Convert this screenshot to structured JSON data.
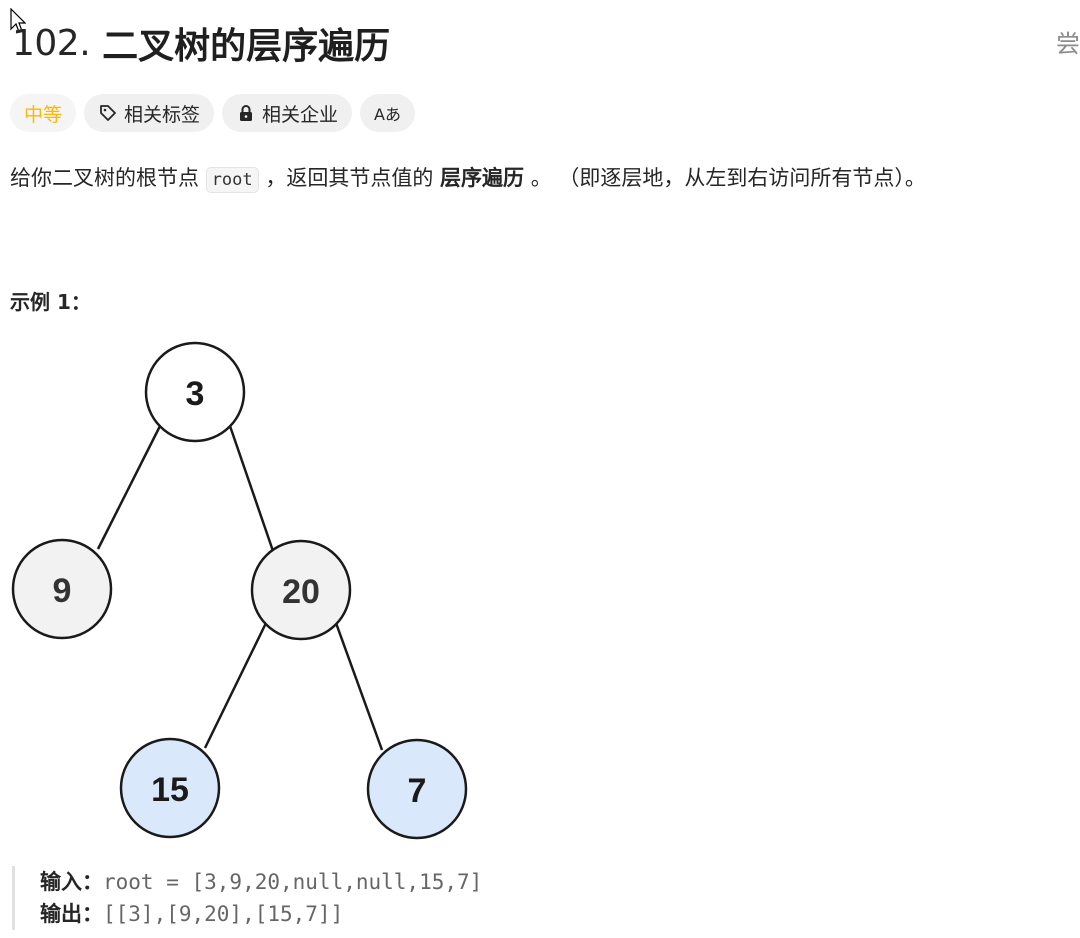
{
  "problem": {
    "number": "102.",
    "title": "二叉树的层序遍历",
    "side_label": "尝"
  },
  "tags": {
    "difficulty": "中等",
    "related_tags": "相关标签",
    "related_companies": "相关企业",
    "translate_icon": "Aあ"
  },
  "description": {
    "part1": "给你二叉树的根节点",
    "code": "root",
    "part2": "，返回其节点值的",
    "bold": "层序遍历",
    "part3": "。 （即逐层地，从左到右访问所有节点）。"
  },
  "example": {
    "label": "示例 1：",
    "tree_nodes": [
      "3",
      "9",
      "20",
      "15",
      "7"
    ],
    "input_label": "输入：",
    "input_value": "root = [3,9,20,null,null,15,7]",
    "output_label": "输出：",
    "output_value": "[[3],[9,20],[15,7]]"
  },
  "colors": {
    "difficulty": "#ffb800",
    "node_gray": "#f2f2f2",
    "node_blue": "#dae8fc"
  }
}
